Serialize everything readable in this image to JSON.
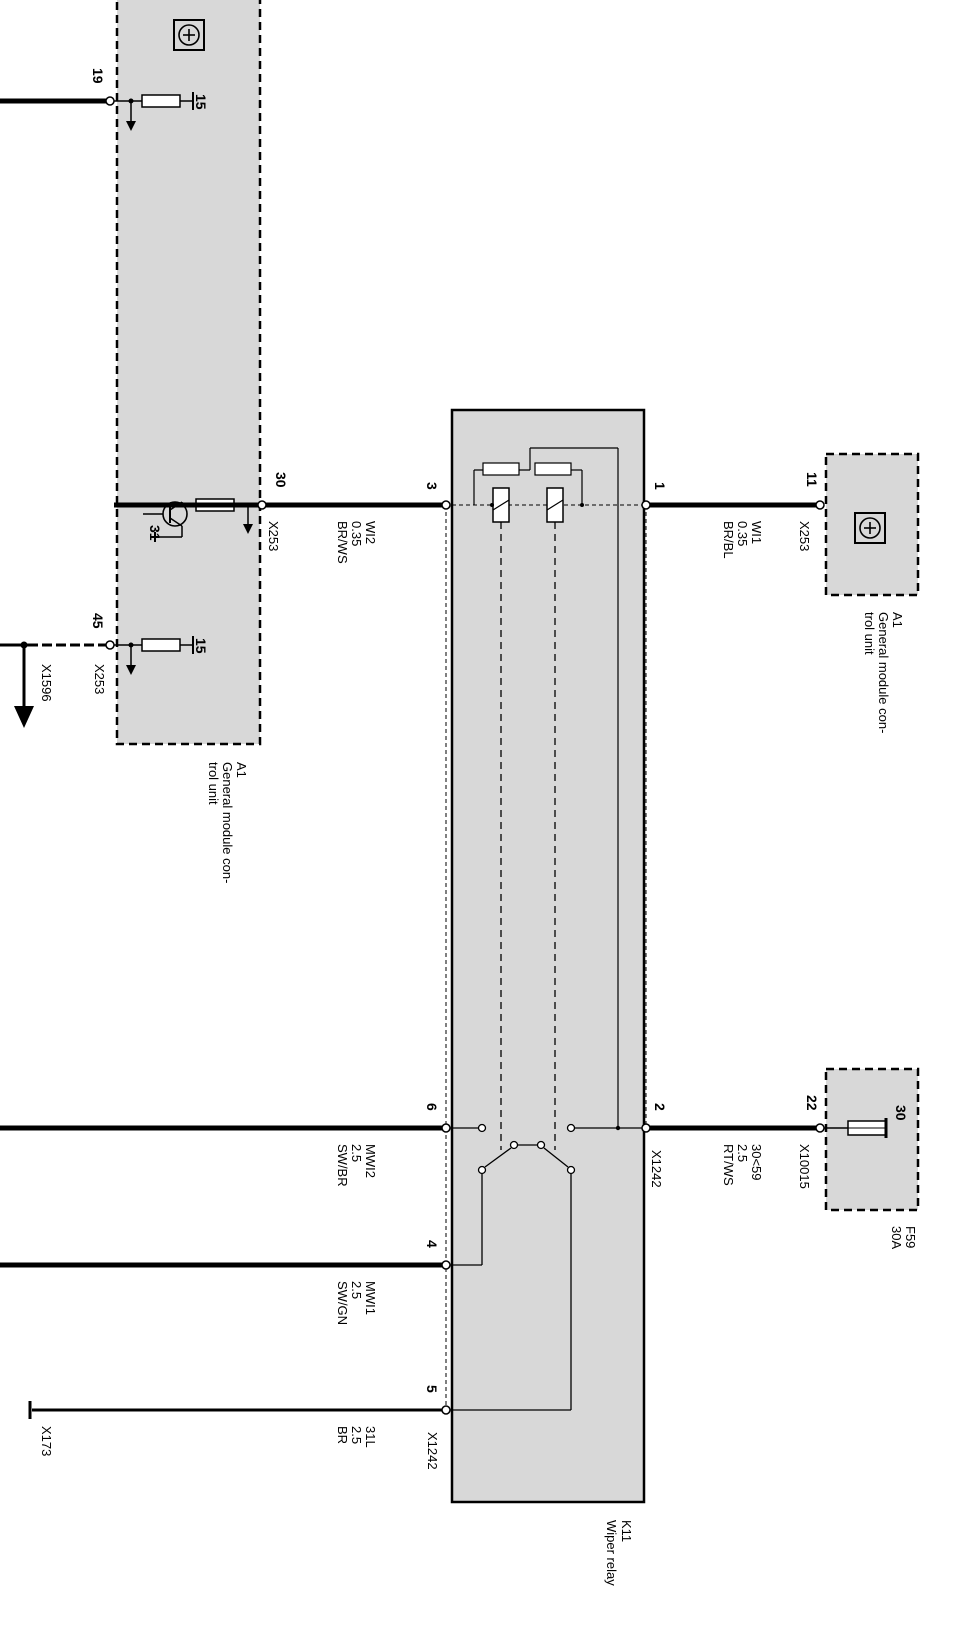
{
  "modules": {
    "a1_left": {
      "ref": "A1",
      "name_line1": "General module con-",
      "name_line2": "trol unit"
    },
    "a1_right": {
      "ref": "A1",
      "name_line1": "General module con-",
      "name_line2": "trol unit"
    },
    "f59": {
      "ref": "F59",
      "rating": "30A",
      "terminal": "30"
    },
    "k11": {
      "ref": "K11",
      "name": "Wiper relay"
    }
  },
  "left_module": {
    "pin_19": "19",
    "pin_30": "30",
    "pin_45": "45",
    "internal_15_top": "15",
    "internal_15_bottom": "15",
    "internal_31": "31",
    "conn_30": "X253",
    "conn_45": "X253"
  },
  "left_exit": {
    "connector": "X1596"
  },
  "ground": {
    "connector": "X173"
  },
  "right_module": {
    "pin": "11",
    "connector": "X253"
  },
  "fuse_side": {
    "pin": "22",
    "connector": "X10015"
  },
  "wires": {
    "w2": {
      "name": "WI2",
      "gauge": "0.35",
      "color": "BR/WS"
    },
    "w1": {
      "name": "WI1",
      "gauge": "0.35",
      "color": "BR/BL"
    },
    "mw2": {
      "name": "MWI2",
      "gauge": "2.5",
      "color": "SW/BR"
    },
    "mw1": {
      "name": "MWI1",
      "gauge": "2.5",
      "color": "SW/GN"
    },
    "g31": {
      "name": "31L",
      "gauge": "2.5",
      "color": "BR"
    },
    "supply": {
      "name": "30<59",
      "gauge": "2.5",
      "color": "RT/WS"
    }
  },
  "relay_pins": {
    "p1": "1",
    "p2": "2",
    "p3": "3",
    "p4": "4",
    "p5": "5",
    "p6": "6",
    "conn_2": "X1242",
    "conn_5": "X1242"
  },
  "icons": [
    "transistor-icon",
    "fuse-icon",
    "resistor-icon",
    "relay-coil-icon",
    "ground-icon",
    "arrow-down-icon"
  ],
  "colors": {
    "module_fill": "#d8d8d8",
    "wire": "#000000"
  }
}
